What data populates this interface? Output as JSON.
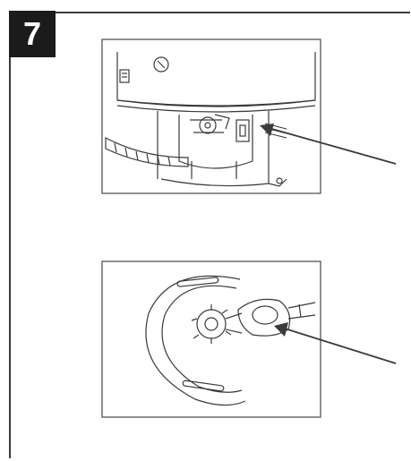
{
  "step": {
    "number": "7"
  },
  "colors": {
    "line": "#3a3a3a",
    "badge": "#1b1b1b",
    "badge_text": "#ffffff",
    "background": "#ffffff"
  },
  "icons": {
    "top_figure": "cylinder-housing-with-clamp-band",
    "bottom_figure": "clamp-ring-with-fitting"
  }
}
